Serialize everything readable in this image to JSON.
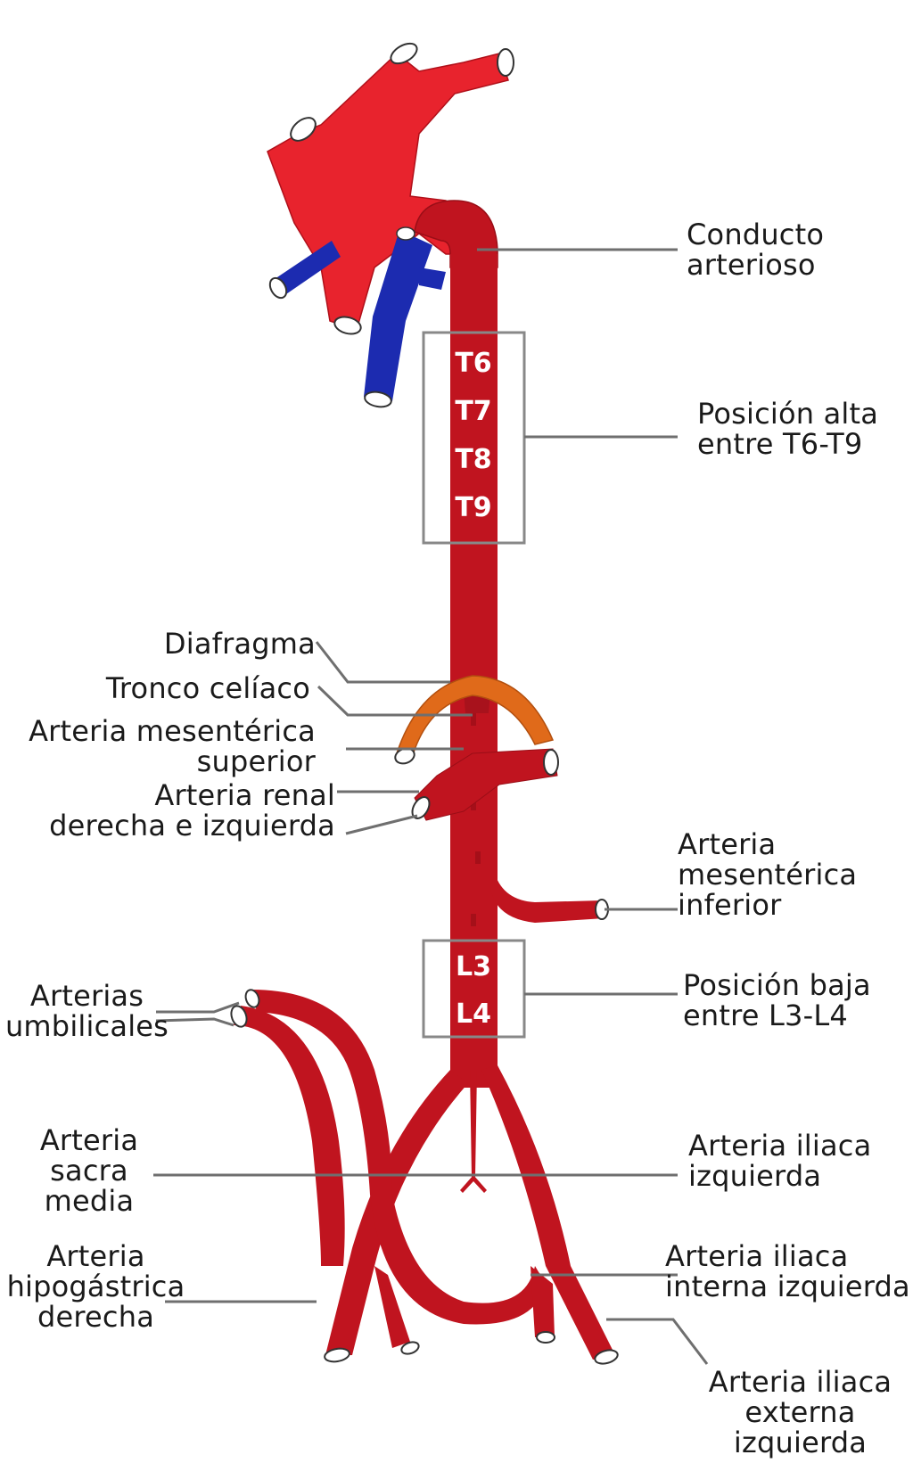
{
  "colors": {
    "artery": "#c0141f",
    "artery_bright": "#e8232d",
    "vein": "#1c2bb0",
    "diaphragm": "#e06a1a",
    "leader": "#777777",
    "box": "#888888"
  },
  "vertebrae": {
    "high": [
      "T6",
      "T7",
      "T8",
      "T9"
    ],
    "low": [
      "L3",
      "L4"
    ]
  },
  "labels": {
    "conducto_arterioso": [
      "Conducto",
      "arterioso"
    ],
    "posicion_alta": [
      "Posición alta",
      "entre T6-T9"
    ],
    "diafragma": [
      "Diafragma"
    ],
    "tronco_celiaco": [
      "Tronco celíaco"
    ],
    "arteria_mesenterica_superior": [
      "Arteria mesentérica",
      "superior"
    ],
    "arteria_renal": [
      "Arteria renal",
      "derecha e izquierda"
    ],
    "arteria_mesenterica_inferior": [
      "Arteria",
      "mesentérica",
      "inferior"
    ],
    "arterias_umbilicales": [
      "Arterias",
      "umbilicales"
    ],
    "posicion_baja": [
      "Posición baja",
      "entre L3-L4"
    ],
    "arteria_sacra_media": [
      "Arteria",
      "sacra",
      "media"
    ],
    "arteria_iliaca_izquierda": [
      "Arteria iliaca",
      "izquierda"
    ],
    "arteria_hipogastrica_derecha": [
      "Arteria",
      "hipogástrica",
      "derecha"
    ],
    "arteria_iliaca_interna_izquierda": [
      "Arteria iliaca",
      "interna izquierda"
    ],
    "arteria_iliaca_externa_izquierda": [
      "Arteria iliaca",
      "externa",
      "izquierda"
    ]
  }
}
